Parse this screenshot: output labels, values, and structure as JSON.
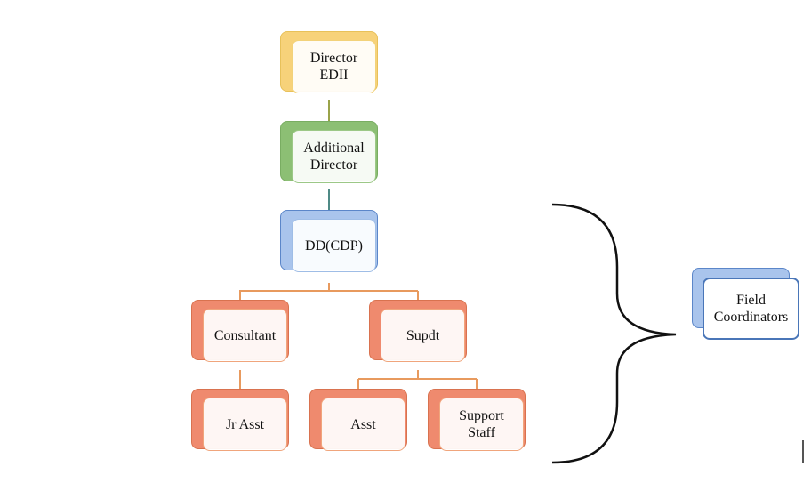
{
  "colors": {
    "yellow_back": "#f7d27a",
    "yellow_border": "#e8c15a",
    "green_back": "#8cbf74",
    "green_border": "#79ad62",
    "blue_back": "#a9c4ec",
    "blue_border": "#5b86c9",
    "orange_back": "#ef8a6e",
    "orange_border": "#e38a5a",
    "connector_yellow": "#9aa34a",
    "connector_green": "#4f8a86",
    "connector_orange": "#e89a5e",
    "brace": "#111111"
  },
  "nodes": {
    "director": "Director\nEDII",
    "additional_director": "Additional\nDirector",
    "dd_cdp": "DD(CDP)",
    "consultant": "Consultant",
    "supdt": "Supdt",
    "jr_asst": "Jr Asst",
    "asst": "Asst",
    "support_staff": "Support\nStaff",
    "field_coordinators": "Field\nCoordinators"
  }
}
